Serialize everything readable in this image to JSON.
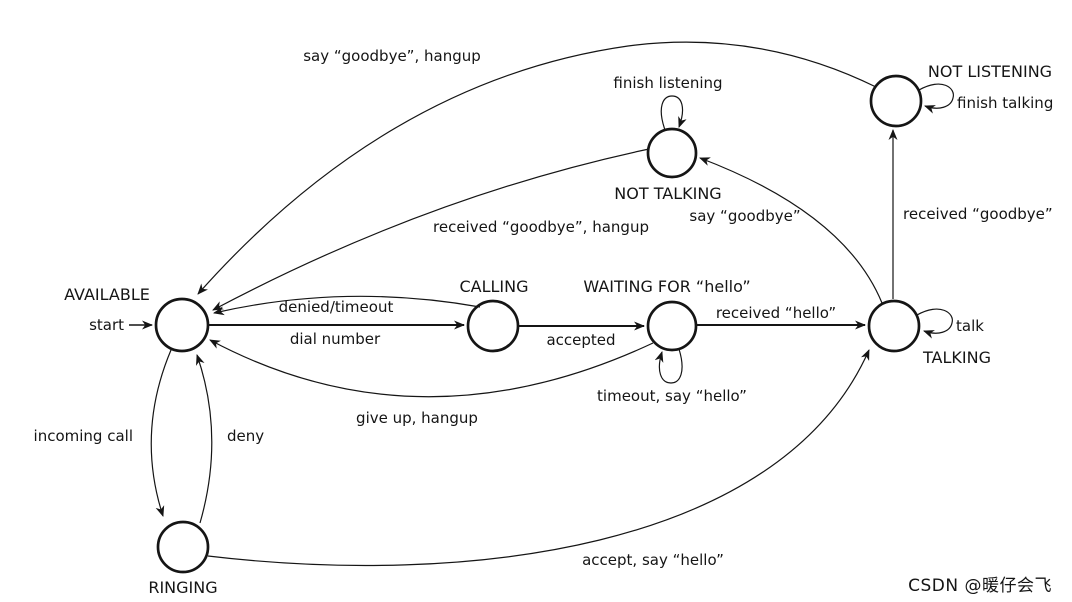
{
  "diagram_type": "finite-state-machine",
  "colors": {
    "ink": "#151515",
    "background": "#ffffff",
    "watermark": "#9c9c9c"
  },
  "start_pointer": {
    "label": "start",
    "points_to": "AVAILABLE"
  },
  "states": {
    "available": {
      "label": "AVAILABLE"
    },
    "calling": {
      "label": "CALLING"
    },
    "waiting": {
      "label": "WAITING FOR “hello”"
    },
    "talking": {
      "label": "TALKING"
    },
    "not_talking": {
      "label": "NOT TALKING"
    },
    "not_listening": {
      "label": "NOT LISTENING"
    },
    "ringing": {
      "label": "RINGING"
    }
  },
  "transitions": {
    "dial_number": {
      "label": "dial number",
      "from": "AVAILABLE",
      "to": "CALLING"
    },
    "denied_timeout": {
      "label": "denied/timeout",
      "from": "CALLING",
      "to": "AVAILABLE"
    },
    "accepted": {
      "label": "accepted",
      "from": "CALLING",
      "to": "WAITING FOR “hello”"
    },
    "received_hello": {
      "label": "received “hello”",
      "from": "WAITING FOR “hello”",
      "to": "TALKING"
    },
    "timeout_say_hello": {
      "label": "timeout, say “hello”",
      "from": "WAITING FOR “hello”",
      "to": "WAITING FOR “hello”"
    },
    "give_up_hangup": {
      "label": "give up, hangup",
      "from": "WAITING FOR “hello”",
      "to": "AVAILABLE"
    },
    "talk": {
      "label": "talk",
      "from": "TALKING",
      "to": "TALKING"
    },
    "say_goodbye": {
      "label": "say “goodbye”",
      "from": "TALKING",
      "to": "NOT TALKING"
    },
    "finish_listening": {
      "label": "finish listening",
      "from": "NOT TALKING",
      "to": "NOT TALKING"
    },
    "received_goodbye_hangup": {
      "label": "received “goodbye”, hangup",
      "from": "NOT TALKING",
      "to": "AVAILABLE"
    },
    "received_goodbye": {
      "label": "received “goodbye”",
      "from": "TALKING",
      "to": "NOT LISTENING"
    },
    "finish_talking": {
      "label": "finish talking",
      "from": "NOT LISTENING",
      "to": "NOT LISTENING"
    },
    "say_goodbye_hangup": {
      "label": "say “goodbye”, hangup",
      "from": "NOT LISTENING",
      "to": "AVAILABLE"
    },
    "incoming_call": {
      "label": "incoming call",
      "from": "AVAILABLE",
      "to": "RINGING"
    },
    "deny": {
      "label": "deny",
      "from": "RINGING",
      "to": "AVAILABLE"
    },
    "accept_say_hello": {
      "label": "accept, say “hello”",
      "from": "RINGING",
      "to": "TALKING"
    }
  },
  "watermark": {
    "label": "CSDN @暖仔会飞"
  }
}
